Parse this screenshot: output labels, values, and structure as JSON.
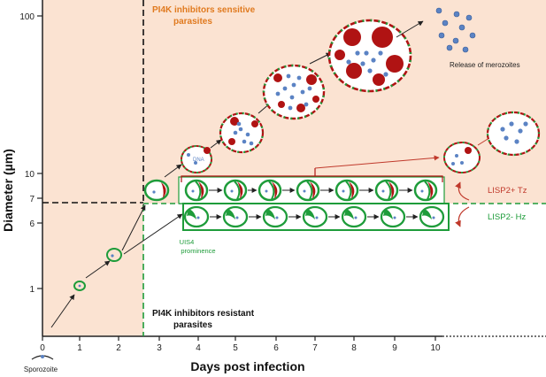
{
  "axes": {
    "x_title": "Days post infection",
    "y_title": "Diameter (µm)",
    "x_ticks": [
      "0",
      "1",
      "2",
      "3",
      "4",
      "5",
      "6",
      "7",
      "8",
      "9",
      "10"
    ],
    "y_ticks": [
      "100",
      "10",
      "7",
      "6",
      "1"
    ]
  },
  "labels": {
    "sensitive": "PI4K inhibitors sensitive parasites",
    "sensitive_line1": "PI4K inhibitors sensitive",
    "sensitive_line2": "parasites",
    "resistant_line1": "PI4K inhibitors resistant",
    "resistant_line2": "parasites",
    "release": "Release of merozoites",
    "dna": "DNA",
    "uis4_line1": "UIS4",
    "uis4_line2": "prominence",
    "lisp_pos": "LISP2+ Tz",
    "lisp_neg": "LISP2- Hz",
    "sporozoite": "Sporozoite"
  },
  "colors": {
    "shade": "#fbe3d2",
    "green": "#1e9c3a",
    "red": "#b01313",
    "blue": "#5b83c4",
    "orange": "#e07a1f",
    "lisp_pos": "#c0392b",
    "lisp_neg": "#1e9c3a"
  }
}
